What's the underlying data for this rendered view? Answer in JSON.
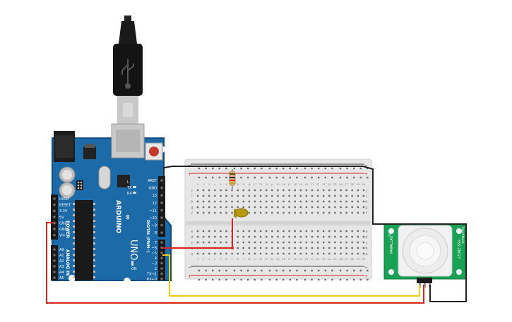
{
  "arduino": {
    "logo": "ARDUINO",
    "model": "UNO",
    "on_label": "ON",
    "tx_label": "TX",
    "rx_label": "RX",
    "l_label": "L",
    "power_header_title": "POWER",
    "analog_header_title": "ANALOG IN",
    "digital_header_title": "DIGITAL (PWM~)",
    "power_pins": [
      "IOREF",
      "RESET",
      "3.3V",
      "5V",
      "GND",
      "GND",
      "Vin"
    ],
    "analog_pins": [
      "A0",
      "A1",
      "A2",
      "A3",
      "A4",
      "A5"
    ],
    "digital_pins_top": [
      "AREF",
      "GND",
      "13",
      "12",
      "~11",
      "~10",
      "~9",
      "8"
    ],
    "digital_pins_bottom": [
      "7",
      "~6",
      "~5",
      "4",
      "~3",
      "2",
      "TX→1",
      "RX←0"
    ]
  },
  "breadboard": {
    "row_letters_top": [
      "j",
      "i",
      "h",
      "g",
      "f"
    ],
    "row_letters_bottom": [
      "e",
      "d",
      "c",
      "b",
      "a"
    ],
    "column_count": 30,
    "rail_plus": "+",
    "rail_minus": "−"
  },
  "pir_sensor": {
    "model_label": "555-28027",
    "brand_label": "PARALLAX",
    "pins_label": "H L",
    "side_label": "Reset Mode"
  },
  "colors": {
    "board": "#1c6aa8",
    "board_dark": "#0f4d80",
    "breadboard": "#e6e6e6",
    "wire_red": "#d9251d",
    "wire_black": "#222222",
    "wire_yellow": "#f1cc17",
    "pir_board": "#19a155",
    "led": "#b89a12"
  }
}
